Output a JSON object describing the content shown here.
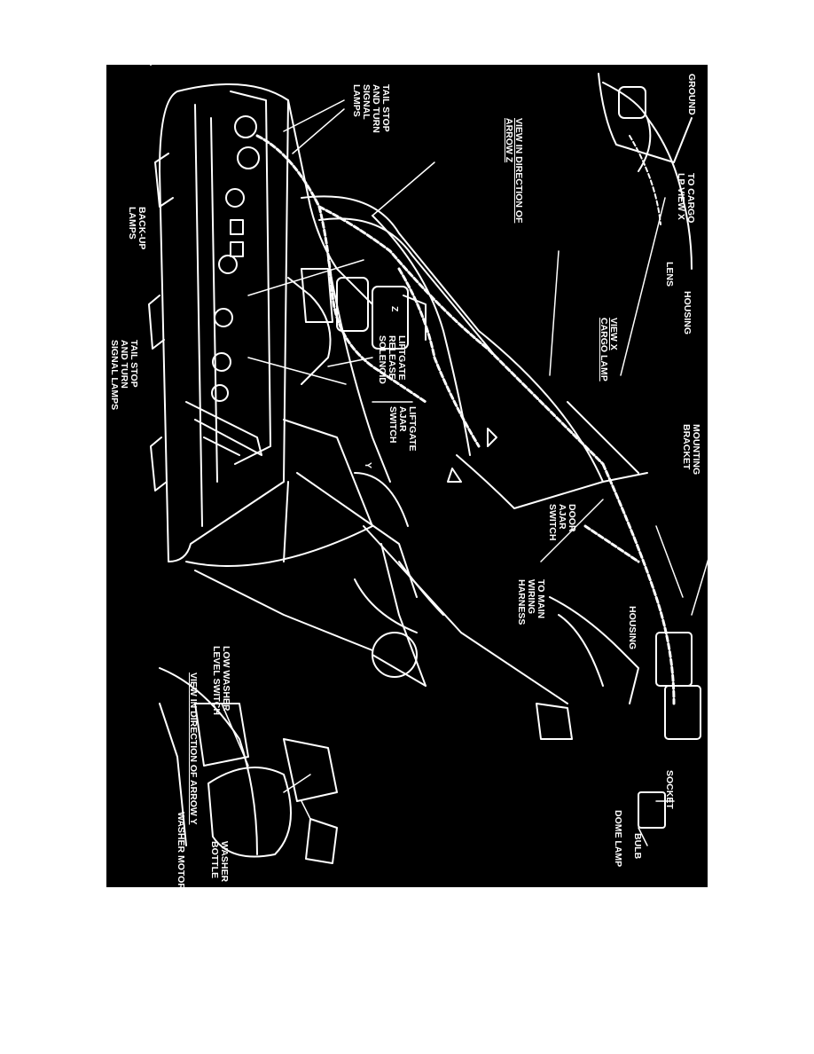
{
  "colors": {
    "background": "#000000",
    "ink": "#ffffff",
    "page": "#ffffff"
  },
  "labels": {
    "tail_stop_top": [
      "TAIL STOP",
      "AND TURN",
      "SIGNAL",
      "LAMPS"
    ],
    "view_arrow_z": [
      "VIEW IN DIRECTION OF",
      "ARROW Z"
    ],
    "backup_lamps": [
      "BACK-UP",
      "LAMPS"
    ],
    "tail_stop_bottom": [
      "TAIL STOP",
      "AND TURN",
      "SIGNAL LAMPS"
    ],
    "ground": "GROUND",
    "to_cargo": [
      "TO CARGO",
      "LP VIEW X"
    ],
    "lens": "LENS",
    "housing_cargo": "HOUSING",
    "view_x": [
      "VIEW X",
      "CARGO LAMP"
    ],
    "mounting_bracket": [
      "MOUNTING",
      "BRACKET"
    ],
    "liftgate_solenoid": [
      "LIFTGATE",
      "RELEASE",
      "SOLENOID"
    ],
    "liftgate_switch": [
      "LIFTGATE",
      "AJAR",
      "SWITCH"
    ],
    "door_ajar": [
      "DOOR",
      "AJAR",
      "SWITCH"
    ],
    "to_main": [
      "TO MAIN",
      "WIRING",
      "HARNESS"
    ],
    "housing_dome": "HOUSING",
    "socket": "SOCKET",
    "bulb": "BULB",
    "dome_lamp": "DOME LAMP",
    "low_washer": [
      "LOW WASHER",
      "LEVEL SWITCH"
    ],
    "view_arrow_y": "VIEW IN DIRECTION OF ARROW Y",
    "washer_motor": "WASHER MOTOR",
    "washer_bottle": [
      "WASHER",
      "BOTTLE"
    ],
    "arrow_z": "Z",
    "arrow_y": "Y"
  }
}
